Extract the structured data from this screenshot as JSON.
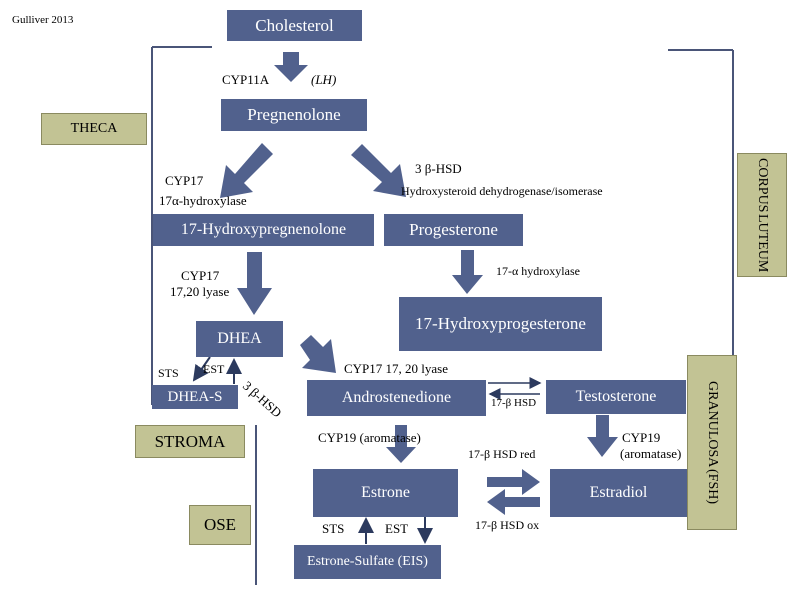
{
  "credit": "Gulliver 2013",
  "regions": {
    "theca": "THECA",
    "corpus_luteum_1": "CORPUS",
    "corpus_luteum_2": "LUTEUM",
    "granulosa_1": "GRANULOSA",
    "granulosa_2": "(FSH)",
    "stroma": "STROMA",
    "ose": "OSE"
  },
  "compounds": {
    "cholesterol": "Cholesterol",
    "pregnenolone": "Pregnenolone",
    "hydroxypregnenolone": "17-Hydroxypregnenolone",
    "progesterone": "Progesterone",
    "hydroxyprogesterone": "17-Hydroxyprogesterone",
    "dhea": "DHEA",
    "dhea_s": "DHEA-S",
    "androstenedione": "Androstenedione",
    "testosterone": "Testosterone",
    "estrone": "Estrone",
    "estradiol": "Estradiol",
    "estrone_sulfate": "Estrone-Sulfate (EIS)"
  },
  "enzymes": {
    "cyp11a": "CYP11A",
    "lh": "(LH)",
    "cyp17_a": "CYP17",
    "hydroxylase_17a": "17α-hydroxylase",
    "hsd3b": "3 β-HSD",
    "hsd_isomerase": "Hydroxysteroid dehydrogenase/isomerase",
    "cyp17_b": "CYP17",
    "lyase_1720": "17,20 lyase",
    "hydroxylase_17a_2": "17-α hydroxylase",
    "sts_1": "STS",
    "est_1": "EST",
    "hsd3b_diag": "3 β-HSD",
    "cyp17_lyase": "CYP17 17, 20 lyase",
    "hsd17b_1": "17-β  HSD",
    "cyp19_1": "CYP19 (aromatase)",
    "cyp19_2a": "CYP19",
    "cyp19_2b": "(aromatase)",
    "hsd17b_red": "17-β  HSD red",
    "hsd17b_ox": "17-β  HSD ox",
    "sts_2": "STS",
    "est_2": "EST"
  },
  "colors": {
    "compound_box": "#51618d",
    "region_box": "#c2c394",
    "bracket_line": "#4a5578"
  }
}
